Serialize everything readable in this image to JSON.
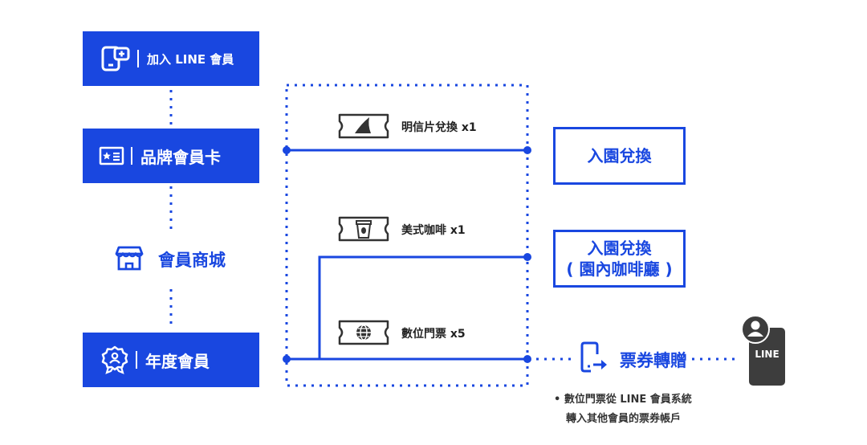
{
  "left_column": {
    "join_line": "加入 LINE 會員",
    "brand_card": "品牌會員卡",
    "shop": "會員商城",
    "annual": "年度會員"
  },
  "tickets": [
    {
      "icon": "shark-fin-icon",
      "label": "明信片兌換 x1"
    },
    {
      "icon": "coffee-cup-icon",
      "label": "美式咖啡 x1"
    },
    {
      "icon": "globe-icon",
      "label": "數位門票 x5"
    }
  ],
  "right_column": {
    "redeem_entry": "入園兌換",
    "redeem_cafe_line1": "入園兌換",
    "redeem_cafe_line2": "( 園內咖啡廳 )",
    "transfer": "票券轉贈",
    "phone_label": "LINE"
  },
  "footnote": {
    "line1": "• 數位門票從 LINE 會員系統",
    "line2": "轉入其他會員的票券帳戶"
  },
  "colors": {
    "accent": "#1947e0",
    "phone": "#3d3d3d"
  }
}
